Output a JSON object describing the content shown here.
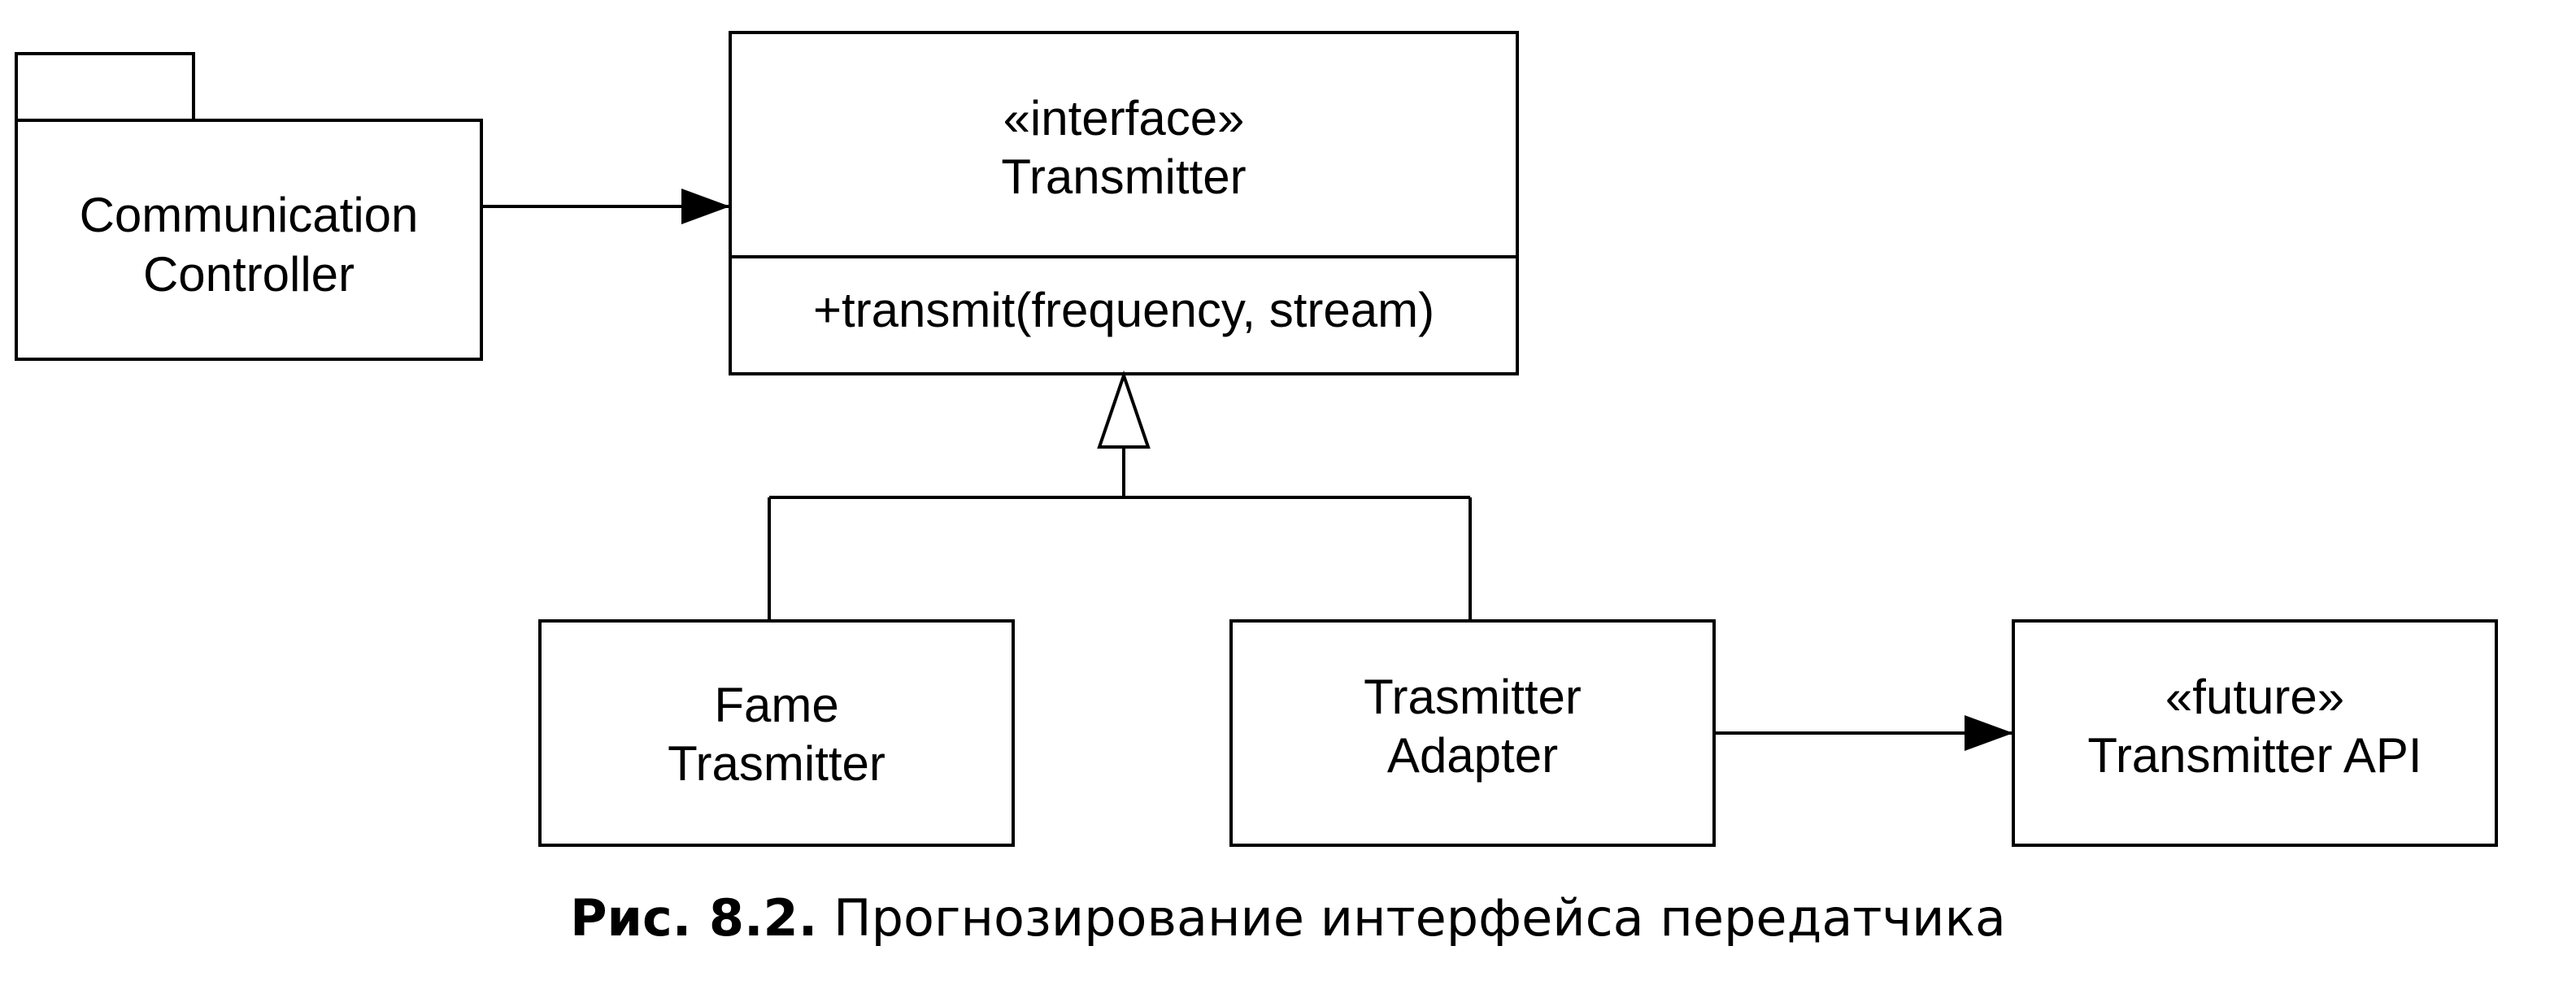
{
  "diagram": {
    "communication_controller": {
      "line1": "Communication",
      "line2": "Controller"
    },
    "transmitter_interface": {
      "stereotype": "«interface»",
      "name": "Transmitter",
      "operation": "+transmit(frequency, stream)"
    },
    "fame_transmitter": {
      "line1": "Fame",
      "line2": "Trasmitter"
    },
    "transmitter_adapter": {
      "line1": "Trasmitter",
      "line2": "Adapter"
    },
    "transmitter_api": {
      "stereotype": "«future»",
      "name": "Transmitter API"
    }
  },
  "caption": {
    "label": "Рис. 8.2.",
    "text": " Прогнозирование интерфейса передатчика"
  }
}
